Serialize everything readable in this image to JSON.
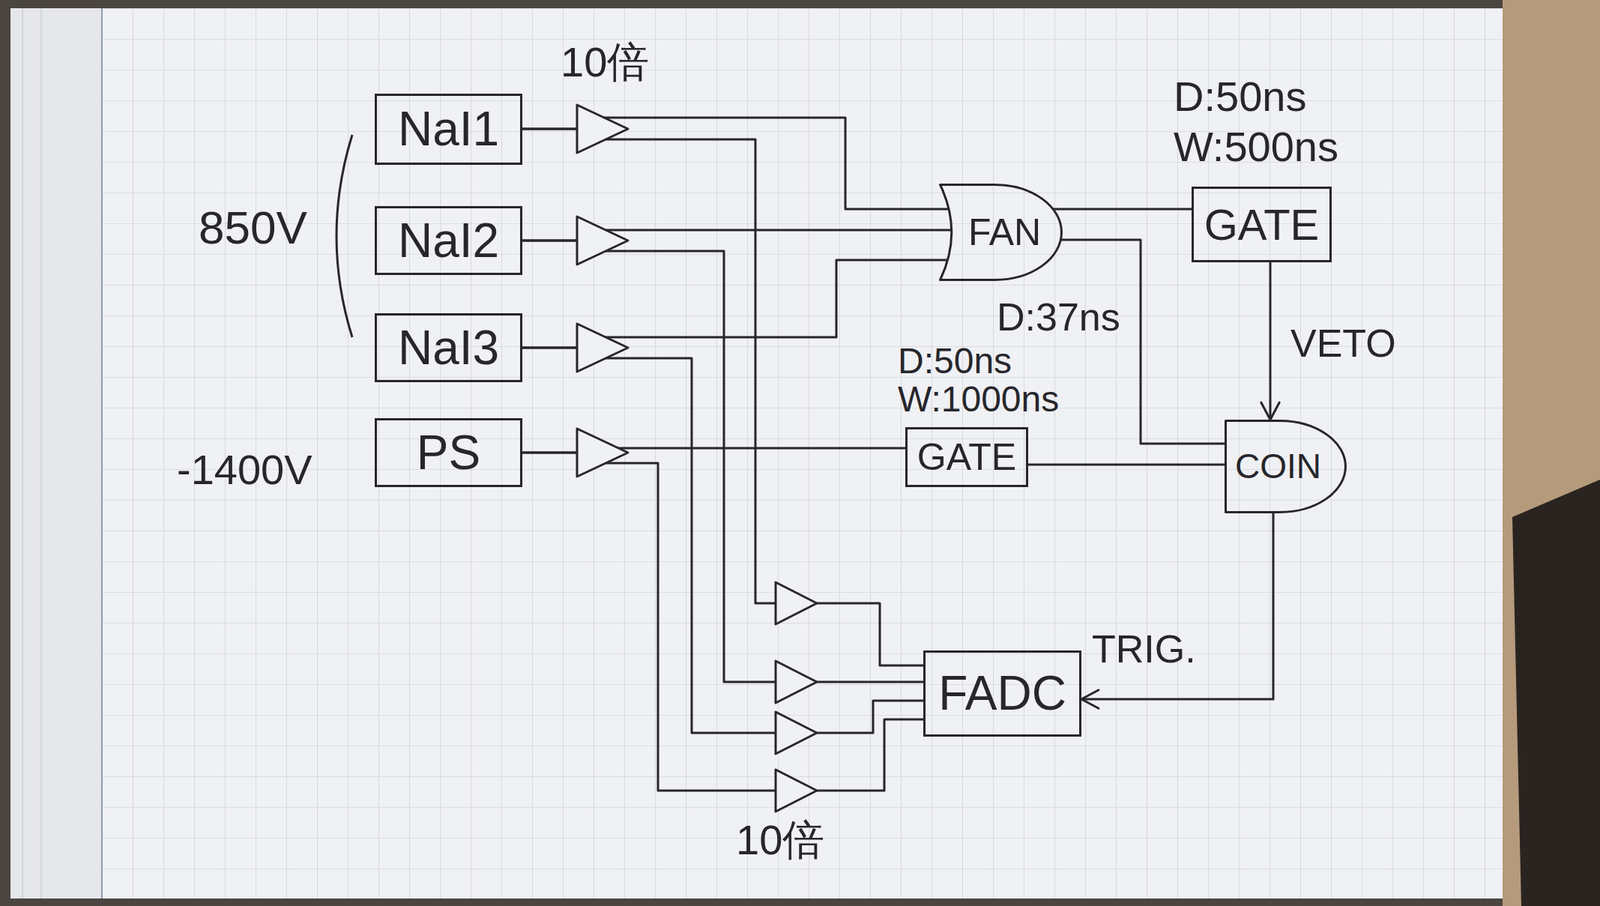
{
  "diagram": {
    "nodes": [
      {
        "text": [
          "NaI1"
        ]
      },
      {
        "text": [
          "NaI2"
        ]
      },
      {
        "text": [
          "NaI3"
        ]
      },
      {
        "text": [
          "PS"
        ]
      },
      {
        "text": [
          "FAN"
        ]
      },
      {
        "text": [
          "GATE"
        ]
      },
      {
        "text": [
          "GATE"
        ]
      },
      {
        "text": [
          "COIN"
        ]
      },
      {
        "text": [
          "FADC"
        ]
      }
    ],
    "edges": [
      {
        "from": 0,
        "to": 4,
        "arrow": "none"
      },
      {
        "from": 1,
        "to": 4,
        "arrow": "none"
      },
      {
        "from": 2,
        "to": 4,
        "arrow": "none"
      },
      {
        "from": 0,
        "to": 8,
        "arrow": "none"
      },
      {
        "from": 1,
        "to": 8,
        "arrow": "none"
      },
      {
        "from": 2,
        "to": 8,
        "arrow": "none"
      },
      {
        "from": 3,
        "to": 6,
        "arrow": "none"
      },
      {
        "from": 3,
        "to": 8,
        "arrow": "none"
      },
      {
        "from": 4,
        "to": 5,
        "arrow": "none"
      },
      {
        "from": 4,
        "to": 7,
        "label": "D:37ns",
        "arrow": "none"
      },
      {
        "from": 5,
        "to": 7,
        "label": "VETO",
        "arrow": "to"
      },
      {
        "from": 6,
        "to": 7,
        "arrow": "none"
      },
      {
        "from": 7,
        "to": 8,
        "label": "TRIG.",
        "arrow": "to"
      }
    ],
    "labels": [
      "10倍",
      "D:50ns",
      "W:500ns",
      "850V",
      "D:50ns",
      "W:1000ns",
      "-1400V",
      "10倍"
    ]
  }
}
